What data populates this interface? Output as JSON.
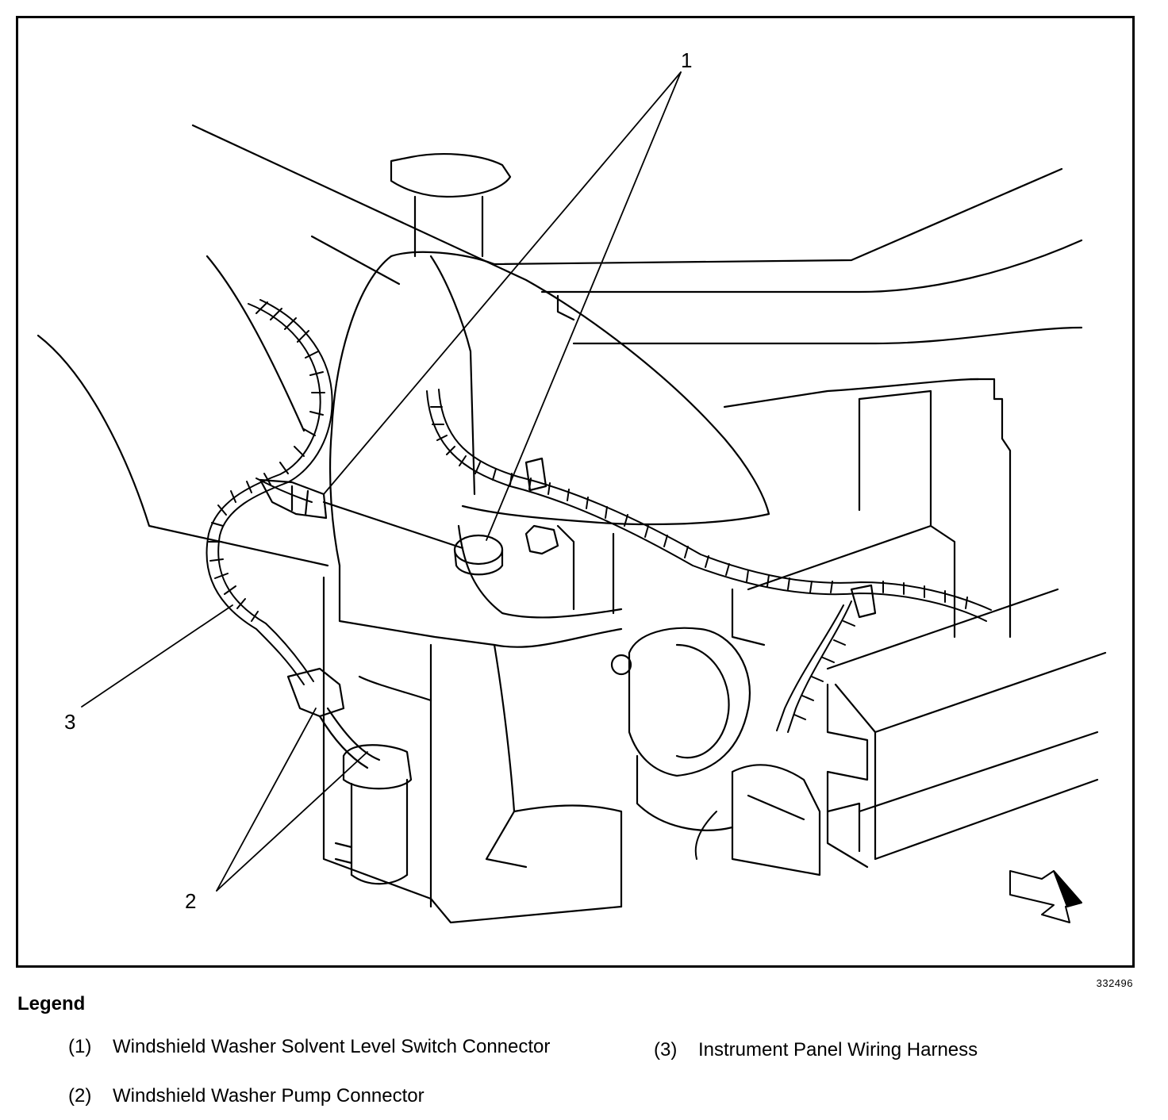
{
  "diagram": {
    "callouts": [
      {
        "number": "1"
      },
      {
        "number": "2"
      },
      {
        "number": "3"
      }
    ],
    "figure_id": "332496",
    "direction_arrow": "forward-arrow-icon"
  },
  "legend": {
    "title": "Legend",
    "items": [
      {
        "number": "(1)",
        "label": "Windshield Washer Solvent Level Switch Connector"
      },
      {
        "number": "(2)",
        "label": "Windshield Washer Pump Connector"
      },
      {
        "number": "(3)",
        "label": "Instrument Panel Wiring Harness"
      }
    ]
  },
  "colors": {
    "ink": "#000000",
    "paper": "#ffffff"
  }
}
